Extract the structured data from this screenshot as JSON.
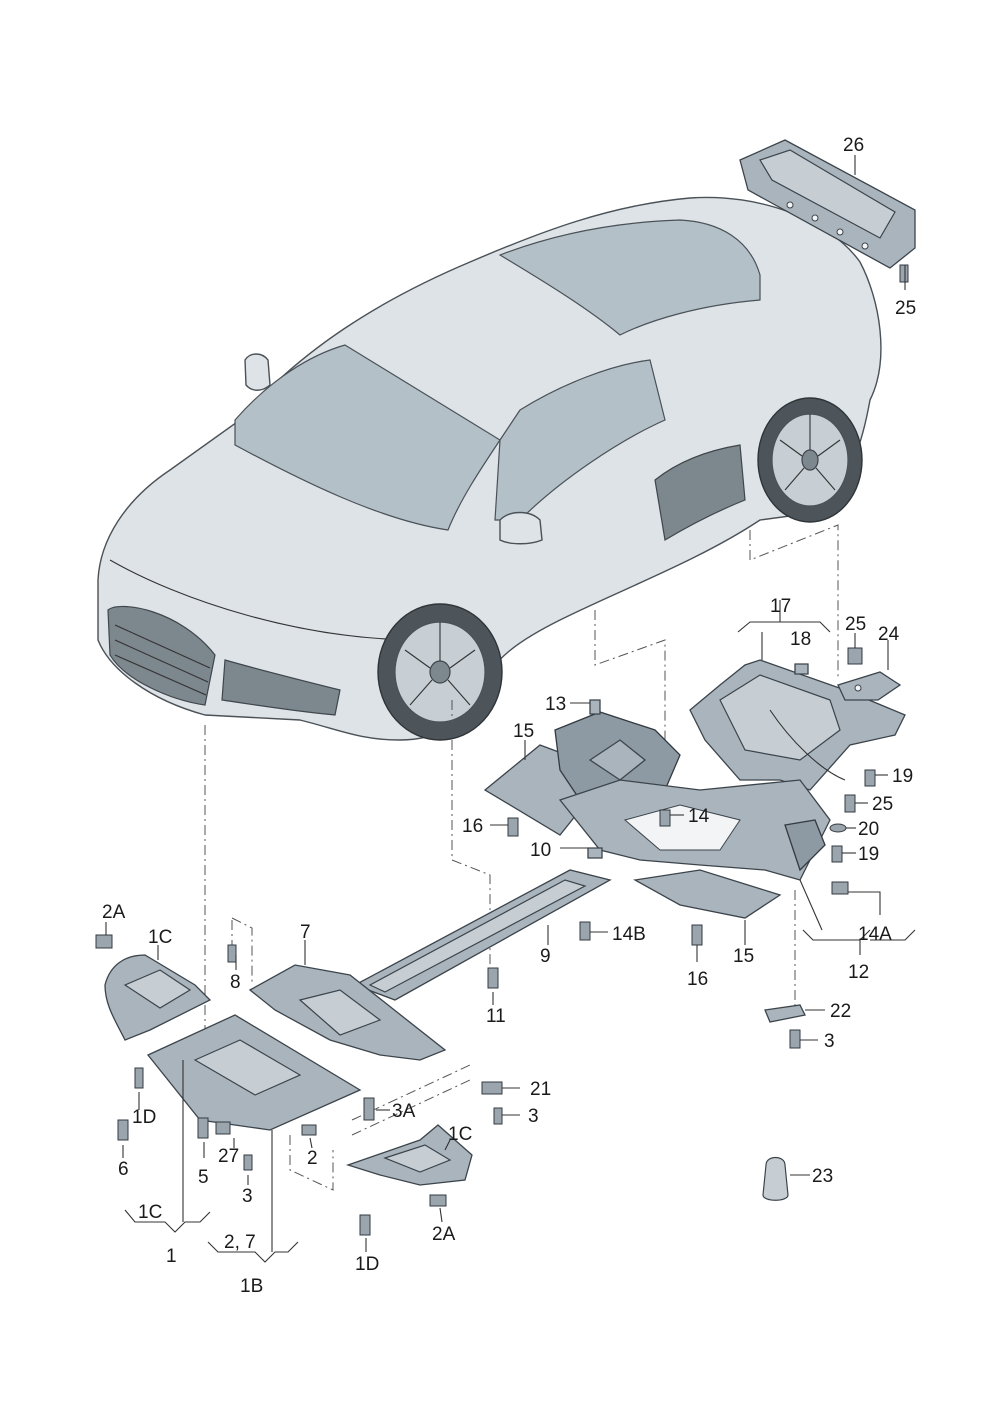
{
  "labels": {
    "p26": "26",
    "p25_top": "25",
    "p17": "17",
    "p18": "18",
    "p25_right": "25",
    "p24": "24",
    "p13": "13",
    "p15_left": "15",
    "p16_left": "16",
    "p14": "14",
    "p19_a": "19",
    "p25_mid": "25",
    "p20": "20",
    "p19_b": "19",
    "p10": "10",
    "p14A": "14A",
    "p12": "12",
    "p14B": "14B",
    "p9": "9",
    "p16_right": "16",
    "p15_right": "15",
    "p22": "22",
    "p3_right": "3",
    "p23": "23",
    "p2A_left": "2A",
    "p1C_left": "1C",
    "p8": "8",
    "p7": "7",
    "p11": "11",
    "p1D_left": "1D",
    "p6": "6",
    "p5": "5",
    "p27": "27",
    "p3_low": "3",
    "p3A": "3A",
    "p2": "2",
    "p21": "21",
    "p3_mid": "3",
    "p1C_right": "1C",
    "p2A_right": "2A",
    "p1D_right": "1D",
    "p1C_bracket": "1C",
    "p1": "1",
    "p2_7": "2, 7",
    "p1B": "1B"
  },
  "icons": {
    "car": "sports-car-illustration",
    "screw": "bolt-icon",
    "clip": "clip-nut-icon",
    "cap": "protective-cap-icon"
  },
  "colors": {
    "part_fill": "#a9b4bd",
    "car_fill": "#dde3e7",
    "glass_fill": "#b3c0c7"
  }
}
